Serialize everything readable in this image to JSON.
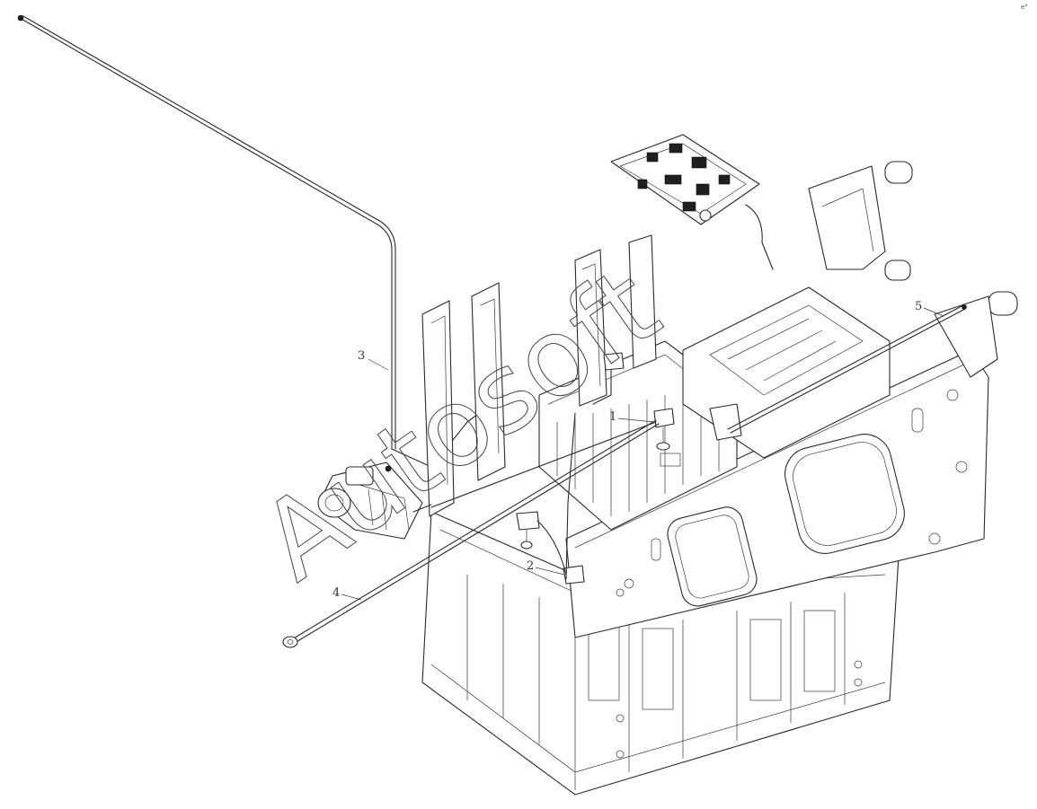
{
  "callouts": [
    {
      "id": "1",
      "label": "1"
    },
    {
      "id": "2",
      "label": "2"
    },
    {
      "id": "3",
      "label": "3"
    },
    {
      "id": "4",
      "label": "4"
    },
    {
      "id": "5",
      "label": "5"
    }
  ],
  "watermark": {
    "text": "Autosoft"
  },
  "corner_mark": {
    "text": "e°"
  }
}
